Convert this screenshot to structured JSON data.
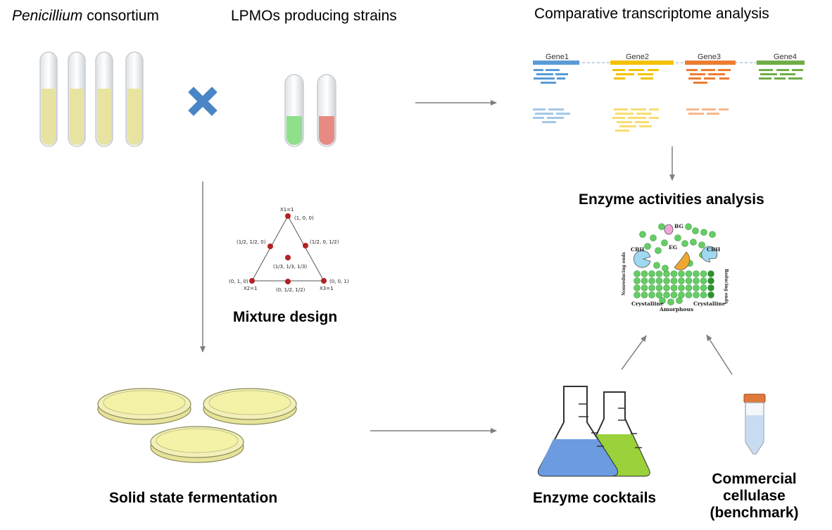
{
  "labels": {
    "penicillium_italic": "Penicillium",
    "penicillium_rest": " consortium",
    "lpmo_strains": "LPMOs producing strains",
    "transcriptome": "Comparative transcriptome analysis",
    "enzyme_activities": "Enzyme activities analysis",
    "mixture_design": "Mixture design",
    "solid_state": "Solid state fermentation",
    "enzyme_cocktails": "Enzyme cocktails",
    "commercial_line1": "Commercial",
    "commercial_line2": "cellulase",
    "commercial_line3": "(benchmark)"
  },
  "genes": [
    "Gene1",
    "Gene2",
    "Gene3",
    "Gene4"
  ],
  "gene_colors": [
    "#5b9bd5",
    "#f2c200",
    "#ed7d31",
    "#70ad47"
  ],
  "mixture": {
    "vertex_top": "X1=1",
    "vertex_left": "X2=1",
    "vertex_right": "X3=1",
    "points": {
      "p100": "(1, 0, 0)",
      "p_half_half_0": "(1/2, 1/2, 0)",
      "p_half_0_half": "(1/2, 0, 1/2)",
      "p_third": "(1/3, 1/3, 1/3)",
      "p010": "(0, 1, 0)",
      "p001": "(0, 0, 1)",
      "p0_half_half": "(0, 1/2, 1/2)"
    }
  },
  "enzyme_diagram": {
    "bg": "BG",
    "eg": "EG",
    "cbh_left": "CBH",
    "cbh_right": "CBH",
    "nonreducing": "Nonreducing ends",
    "reducing": "Reducing ends",
    "crystalline_left": "Crystalline",
    "amorphous": "Amorphous",
    "crystalline_right": "Crystalline"
  },
  "colors": {
    "arrow": "#7f7f7f",
    "cross": "#4a86c5",
    "tube_yellow": "#e8e3a0",
    "tube_green": "#8ee08a",
    "tube_red": "#e88a84",
    "dish": "#f2f0a6",
    "flask_blue": "#6c9be0",
    "flask_green": "#9bd13a",
    "cellulose_green": "#66cc66",
    "point_red": "#b22222"
  }
}
